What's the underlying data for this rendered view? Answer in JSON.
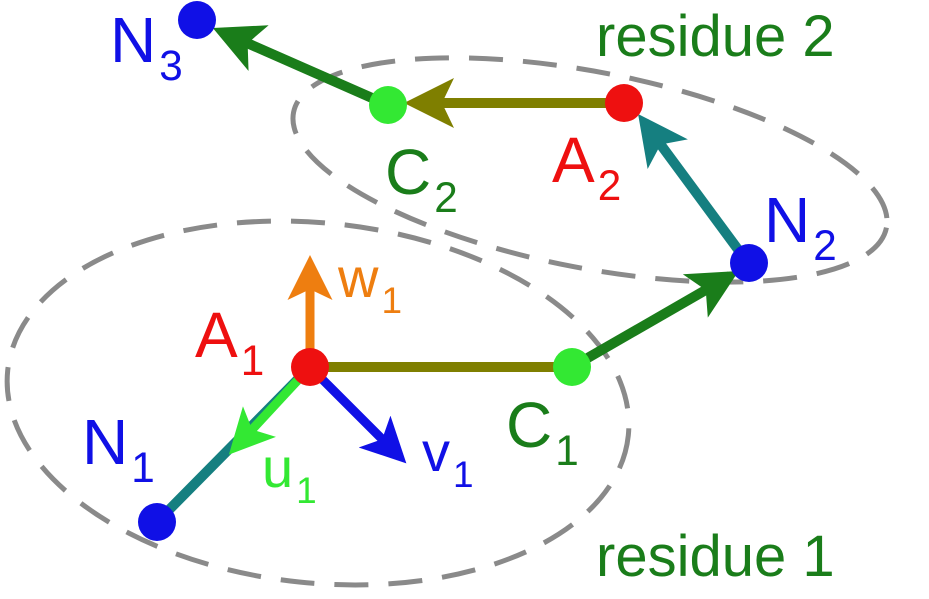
{
  "colors": {
    "nitrogen": "#1010e6",
    "alpha": "#ee1010",
    "carbon": "#1a7d1a",
    "carbon_node": "#33e833",
    "ellipse": "#8a8a8a",
    "bond_ca_c": "#7f7f00",
    "bond_n_ca": "#157f80",
    "bond_c_n": "#1a7d1a",
    "vec_u": "#33e833",
    "vec_v": "#1010e6",
    "vec_w": "#ee7e10"
  },
  "groups": {
    "residue1": "residue 1",
    "residue2": "residue 2"
  },
  "atoms": {
    "n1": {
      "base": "N",
      "sub": "1"
    },
    "a1": {
      "base": "A",
      "sub": "1"
    },
    "c1": {
      "base": "C",
      "sub": "1"
    },
    "n2": {
      "base": "N",
      "sub": "2"
    },
    "a2": {
      "base": "A",
      "sub": "2"
    },
    "c2": {
      "base": "C",
      "sub": "2"
    },
    "n3": {
      "base": "N",
      "sub": "3"
    }
  },
  "vectors": {
    "u1": {
      "base": "u",
      "sub": "1"
    },
    "v1": {
      "base": "v",
      "sub": "1"
    },
    "w1": {
      "base": "w",
      "sub": "1"
    }
  }
}
